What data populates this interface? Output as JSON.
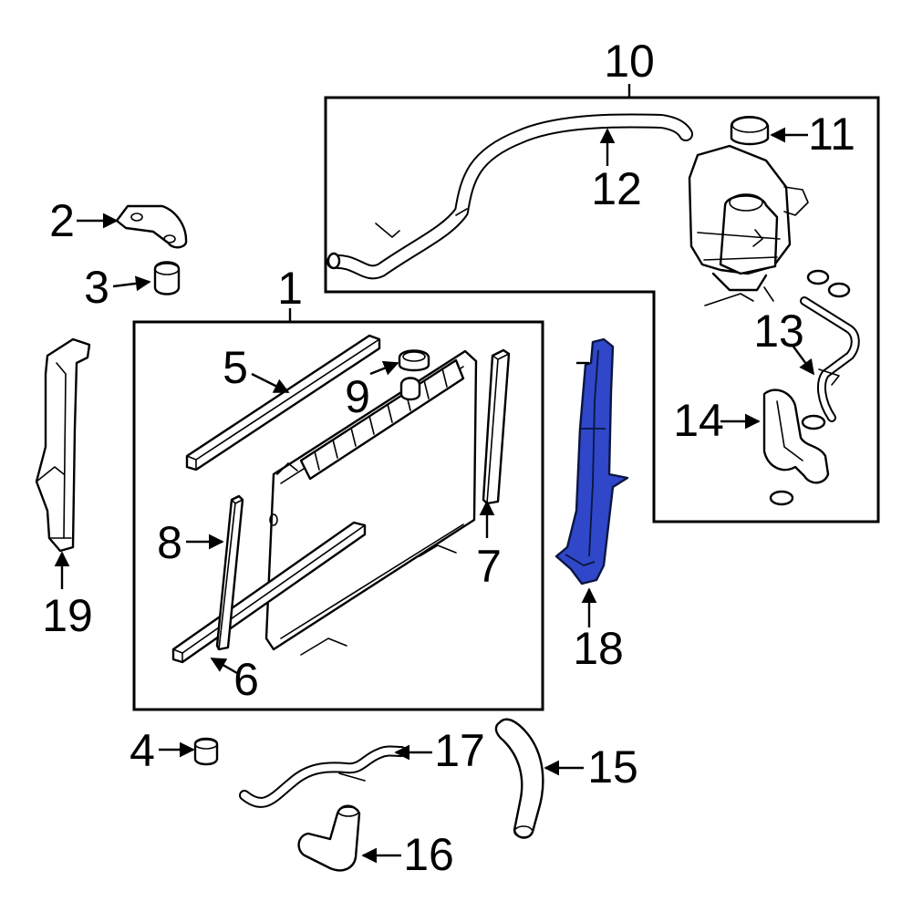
{
  "diagram": {
    "highlight_color": "#2f47c8",
    "callouts": [
      "1",
      "2",
      "3",
      "4",
      "5",
      "6",
      "7",
      "8",
      "9",
      "10",
      "11",
      "12",
      "13",
      "14",
      "15",
      "16",
      "17",
      "18",
      "19"
    ],
    "highlighted_part": "18"
  }
}
